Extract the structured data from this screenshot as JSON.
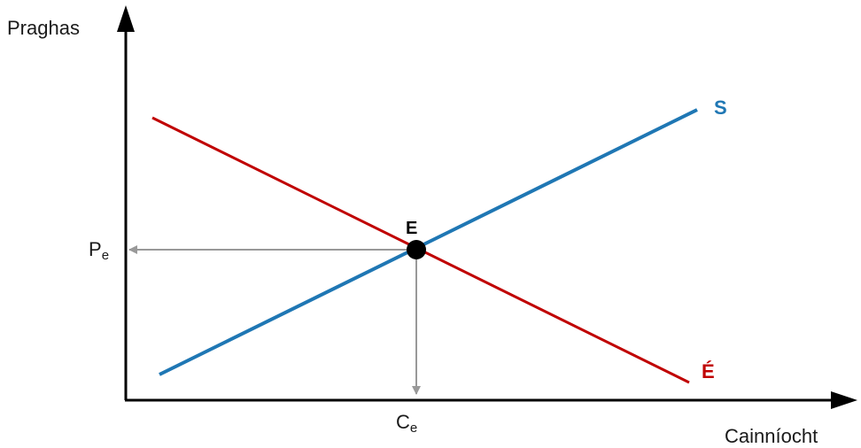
{
  "axes": {
    "y_label": "Praghas",
    "x_label": "Cainníocht"
  },
  "equilibrium": {
    "point_label": "E",
    "price_label": {
      "main": "P",
      "sub": "e"
    },
    "quantity_label": {
      "main": "C",
      "sub": "e"
    }
  },
  "curves": {
    "supply": {
      "label": "S",
      "color": "#1f77b4"
    },
    "demand": {
      "label": "É",
      "color": "#c00000"
    }
  },
  "colors": {
    "axis": "#000000",
    "guide": "#999999",
    "point": "#000000"
  }
}
